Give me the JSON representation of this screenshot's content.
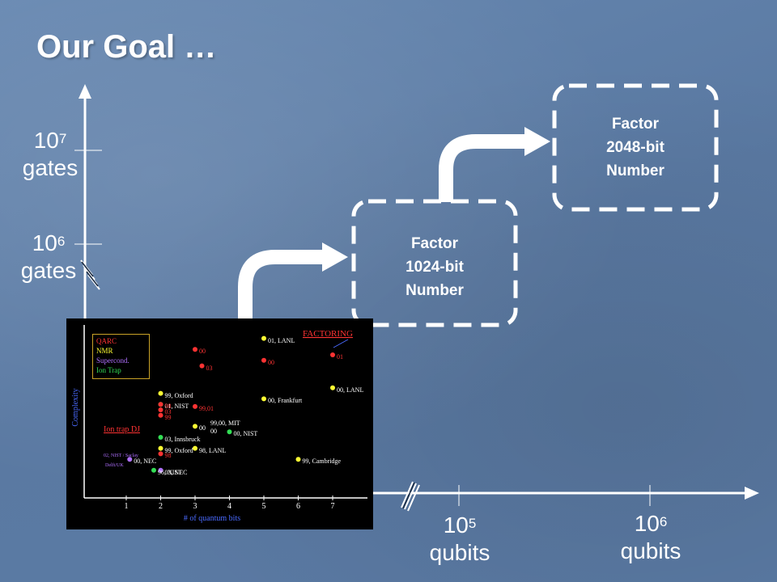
{
  "slide": {
    "title": "Our Goal …"
  },
  "axes": {
    "y_labels": [
      {
        "exp_base": "10",
        "exp": "7",
        "unit": "gates"
      },
      {
        "exp_base": "10",
        "exp": "6",
        "unit": "gates"
      }
    ],
    "x_labels": [
      {
        "exp_base": "10",
        "exp": "5",
        "unit": "qubits"
      },
      {
        "exp_base": "10",
        "exp": "6",
        "unit": "qubits"
      }
    ]
  },
  "goals": [
    {
      "lines": [
        "Factor",
        "1024-bit",
        "Number"
      ]
    },
    {
      "lines": [
        "Factor",
        "2048-bit",
        "Number"
      ]
    }
  ],
  "inset": {
    "ylabel": "Complexity",
    "xlabel": "# of quantum bits",
    "factoring_label": "FACTORING",
    "ion_trap_label": "Ion trap DJ",
    "x_ticks": [
      "1",
      "2",
      "3",
      "4",
      "5",
      "6",
      "7"
    ],
    "legend": [
      {
        "label": "QARC",
        "color": "#ff3333"
      },
      {
        "label": "NMR",
        "color": "#ffff33"
      },
      {
        "label": "Supercond.",
        "color": "#b070ff"
      },
      {
        "label": "Ion Trap",
        "color": "#33dd55"
      }
    ],
    "points": [
      {
        "qubits": 2,
        "tier": 9,
        "color": "#ffff33",
        "label": "99, Oxford"
      },
      {
        "qubits": 2,
        "tier": 8,
        "color": "#33dd55",
        "label": "01, NIST"
      },
      {
        "qubits": 2,
        "tier": 8,
        "color": "#ff3333",
        "label": "98"
      },
      {
        "qubits": 2,
        "tier": 7.5,
        "color": "#ff3333",
        "label": "03"
      },
      {
        "qubits": 2,
        "tier": 7,
        "color": "#ff3333",
        "label": "99"
      },
      {
        "qubits": 2,
        "tier": 5,
        "color": "#33dd55",
        "label": "03, Innsbruck"
      },
      {
        "qubits": 2,
        "tier": 4,
        "color": "#ffff33",
        "label": "99, Oxford"
      },
      {
        "qubits": 2,
        "tier": 3.5,
        "color": "#ff3333",
        "label": "98"
      },
      {
        "qubits": 2,
        "tier": 2,
        "color": "#b070ff",
        "label": "03, NEC"
      },
      {
        "qubits": 1.8,
        "tier": 2,
        "color": "#33dd55",
        "label": "96, NIST"
      },
      {
        "qubits": 1.1,
        "tier": 3,
        "color": "#b070ff",
        "label": "00, NEC"
      },
      {
        "qubits": 3,
        "tier": 13,
        "color": "#ff3333",
        "label": "00"
      },
      {
        "qubits": 3.2,
        "tier": 11.5,
        "color": "#ff3333",
        "label": "03"
      },
      {
        "qubits": 3,
        "tier": 7.8,
        "color": "#ff3333",
        "label": "99,01"
      },
      {
        "qubits": 3,
        "tier": 6,
        "color": "#ffff33",
        "label": "00"
      },
      {
        "qubits": 3,
        "tier": 4,
        "color": "#ffff33",
        "label": "98, LANL"
      },
      {
        "qubits": 4,
        "tier": 5.5,
        "color": "#33dd55",
        "label": "00, NIST"
      },
      {
        "qubits": 5,
        "tier": 14,
        "color": "#ffff33",
        "label": "01, LANL"
      },
      {
        "qubits": 5,
        "tier": 12,
        "color": "#ff3333",
        "label": "00"
      },
      {
        "qubits": 5,
        "tier": 8.5,
        "color": "#ffff33",
        "label": "00, Frankfurt"
      },
      {
        "qubits": 6,
        "tier": 3,
        "color": "#ffff33",
        "label": "99, Cambridge"
      },
      {
        "qubits": 7,
        "tier": 12.5,
        "color": "#ff3333",
        "label": "01"
      },
      {
        "qubits": 7,
        "tier": 9.5,
        "color": "#ffff33",
        "label": "00, LANL"
      }
    ],
    "extra_labels": [
      "99,00, MIT",
      "00",
      "02, NIST / Saclay",
      "Delft/UK"
    ]
  }
}
